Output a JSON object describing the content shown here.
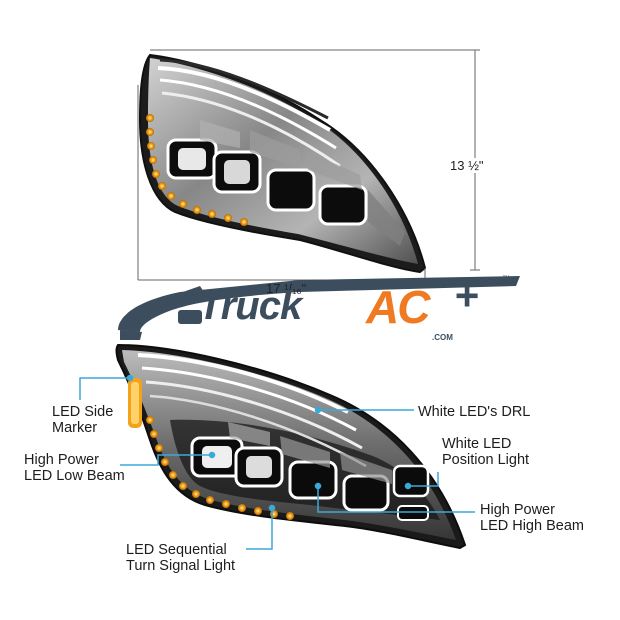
{
  "dimensions": {
    "height": "13 ½\"",
    "width": "17 ¹/₁₆\""
  },
  "logo": {
    "word1": "Truck",
    "word2": "AC",
    "plus": "+",
    "domain": ".COM",
    "tm": "™",
    "colors": {
      "dark": "#3c4e5e",
      "orange": "#f07a22"
    }
  },
  "callouts": {
    "side_marker": [
      "LED Side",
      "Marker"
    ],
    "low_beam": [
      "High Power",
      "LED Low Beam"
    ],
    "turn_signal": [
      "LED Sequential",
      "Turn Signal Light"
    ],
    "drl": [
      "White LED's DRL"
    ],
    "position_light": [
      "White LED",
      "Position Light"
    ],
    "high_beam": [
      "High Power",
      "LED High Beam"
    ]
  },
  "colors": {
    "callout_line": "#3aa9d8",
    "amber": "#f3a21c"
  }
}
